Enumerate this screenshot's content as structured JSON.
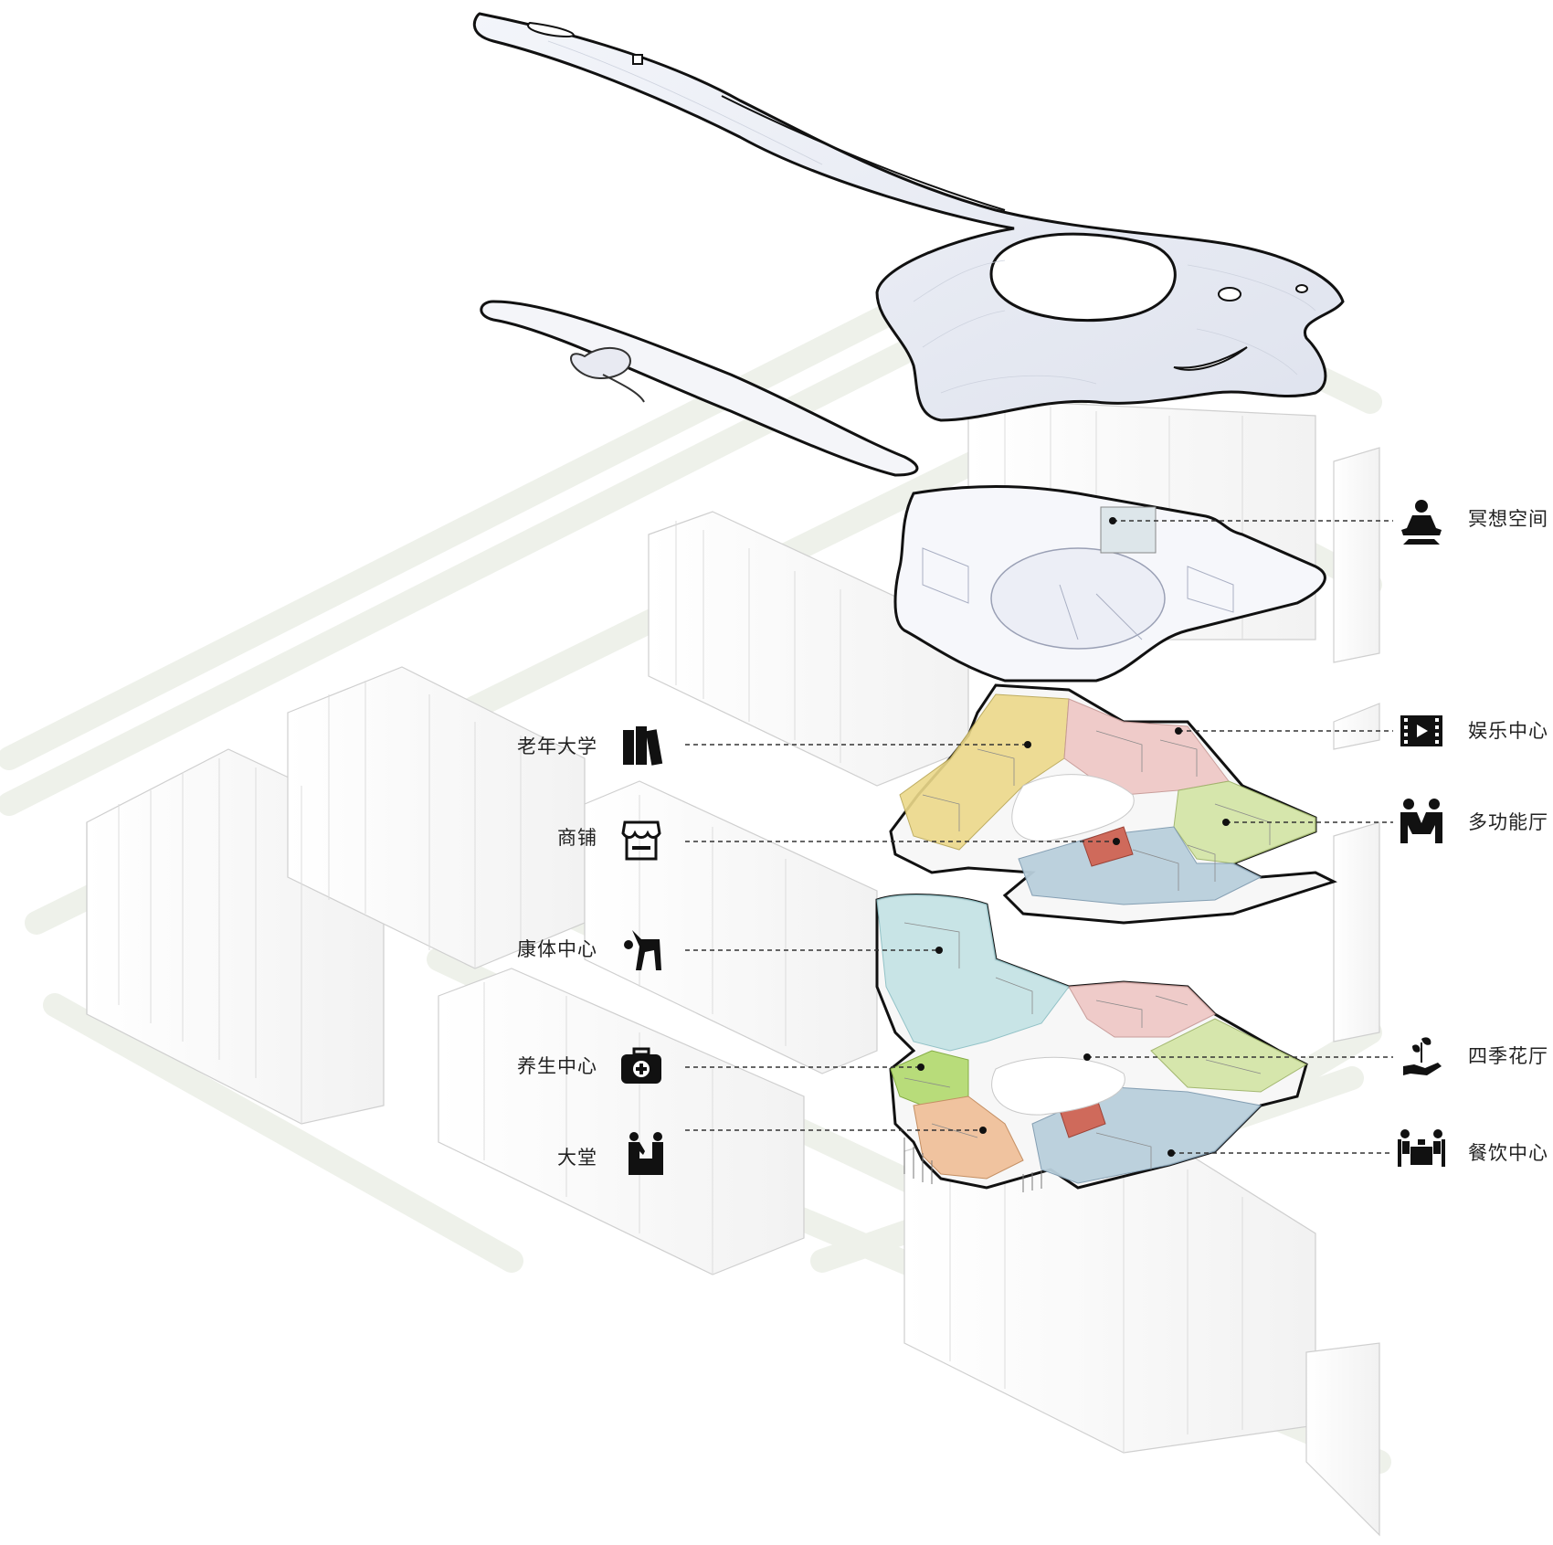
{
  "labels_left": [
    {
      "id": "elderly-university",
      "text": "老年大学",
      "icon": "books-icon"
    },
    {
      "id": "shops",
      "text": "商铺",
      "icon": "shop-awning-icon"
    },
    {
      "id": "fitness-center",
      "text": "康体中心",
      "icon": "exercise-icon"
    },
    {
      "id": "wellness-center",
      "text": "养生中心",
      "icon": "medical-kit-icon"
    },
    {
      "id": "lobby",
      "text": "大堂",
      "icon": "reception-icon"
    }
  ],
  "labels_right": [
    {
      "id": "meditation-space",
      "text": "冥想空间",
      "icon": "meditation-icon"
    },
    {
      "id": "entertainment-center",
      "text": "娱乐中心",
      "icon": "film-icon"
    },
    {
      "id": "multifunction-hall",
      "text": "多功能厅",
      "icon": "people-icon"
    },
    {
      "id": "four-season-garden",
      "text": "四季花厅",
      "icon": "plant-hand-icon"
    },
    {
      "id": "dining-center",
      "text": "餐饮中心",
      "icon": "dining-icon"
    }
  ],
  "colors": {
    "education_yellow": "#ecd98a",
    "entertainment_pink": "#efc9c7",
    "multifunction_green": "#d5e6a8",
    "dining_blue": "#b9cfdc",
    "fitness_cyan": "#c6e3e6",
    "lobby_orange": "#f0c39f",
    "shop_red": "#cf6a5b",
    "wellness_green": "#b8dc7a",
    "ground_path": "#eef1ea",
    "outline": "#111111"
  }
}
